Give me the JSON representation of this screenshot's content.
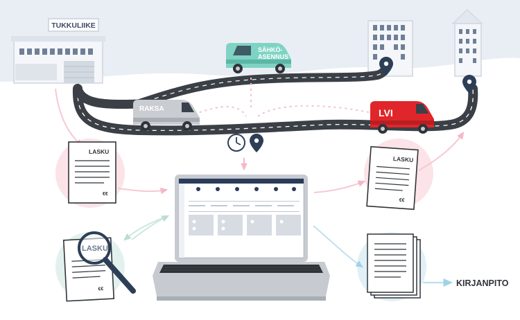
{
  "labels": {
    "wholesaler": "TUKKULIIKE",
    "van_electric_line1": "SÄHKÖ-",
    "van_electric_line2": "ASENNUS",
    "van_construction": "RAKSA",
    "van_plumbing": "LVI",
    "invoice_left": "LASKU",
    "invoice_right": "LASKU",
    "invoice_magnified": "LASKU",
    "euro_mark_left": "€€",
    "euro_mark_right": "€€",
    "euro_mark_magnified": "€€",
    "accounting": "KIRJANPITO"
  },
  "colors": {
    "sky": "#e8edf3",
    "hills": "#ffffff",
    "road": "#3b3f46",
    "road_line": "#ffffff",
    "van_teal": "#7fd3c4",
    "van_grey": "#c9ccd1",
    "van_red": "#e0262a",
    "pin": "#2d3e57",
    "arrow_pink": "#f6c9d2",
    "arrow_teal": "#cfe7e1",
    "arrow_blue": "#bfe1ee",
    "circle_pink": "#fbe3e8",
    "circle_teal": "#e3f1ee",
    "circle_blue": "#e1f0f6",
    "laptop_body": "#c7cbd1",
    "laptop_dark": "#2f3338",
    "screen_header": "#2b3b5a"
  },
  "icons": [
    "clock-icon",
    "location-pin-icon",
    "magnifier-icon",
    "euro-icon"
  ]
}
